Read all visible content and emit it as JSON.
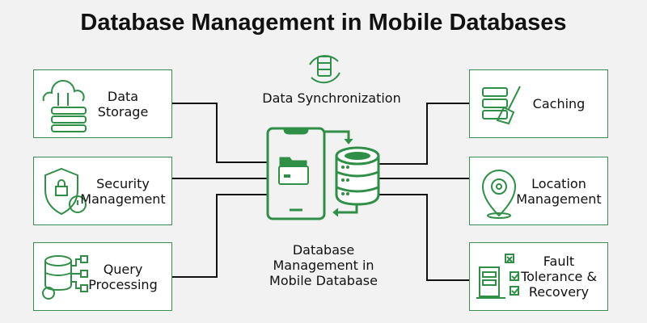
{
  "title": "Database Management in Mobile Databases",
  "center": {
    "sync_label": "Data Synchronization",
    "main_label_1": "Database",
    "main_label_2": "Management in",
    "main_label_3": "Mobile Database"
  },
  "left": [
    {
      "l1": "Data",
      "l2": "Storage"
    },
    {
      "l1": "Security",
      "l2": "Management"
    },
    {
      "l1": "Query",
      "l2": "Processing"
    }
  ],
  "right": [
    {
      "l1": "Caching",
      "l2": ""
    },
    {
      "l1": "Location",
      "l2": "Management"
    },
    {
      "l1": "Fault",
      "l2": "Tolerance &",
      "l3": "Recovery"
    }
  ],
  "colors": {
    "accent": "#2f8f46",
    "line": "#111111"
  }
}
